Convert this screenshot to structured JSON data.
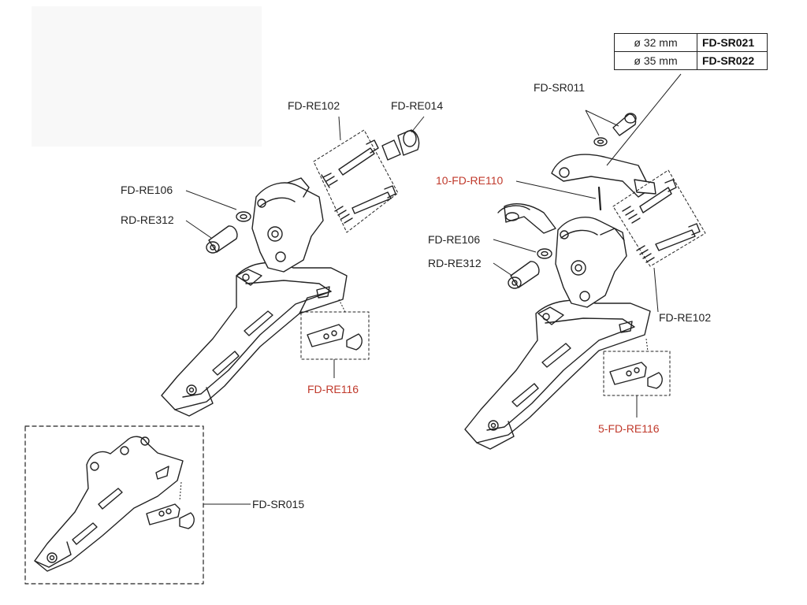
{
  "colors": {
    "ink": "#222222",
    "highlight": "#c0392b"
  },
  "size_table": [
    {
      "diameter": "ø 32 mm",
      "part": "FD-SR021"
    },
    {
      "diameter": "ø 35 mm",
      "part": "FD-SR022"
    }
  ],
  "left_assembly": {
    "labels": {
      "fd_re102": "FD-RE102",
      "fd_re014": "FD-RE014",
      "fd_re106": "FD-RE106",
      "rd_re312": "RD-RE312",
      "fd_re116": "FD-RE116"
    }
  },
  "right_assembly": {
    "labels": {
      "fd_sr011": "FD-SR011",
      "fd_re110": "10-FD-RE110",
      "fd_re106": "FD-RE106",
      "rd_re312": "RD-RE312",
      "fd_re102": "FD-RE102",
      "fd_re116": "5-FD-RE116"
    }
  },
  "bottom_assembly": {
    "labels": {
      "fd_sr015": "FD-SR015"
    }
  }
}
